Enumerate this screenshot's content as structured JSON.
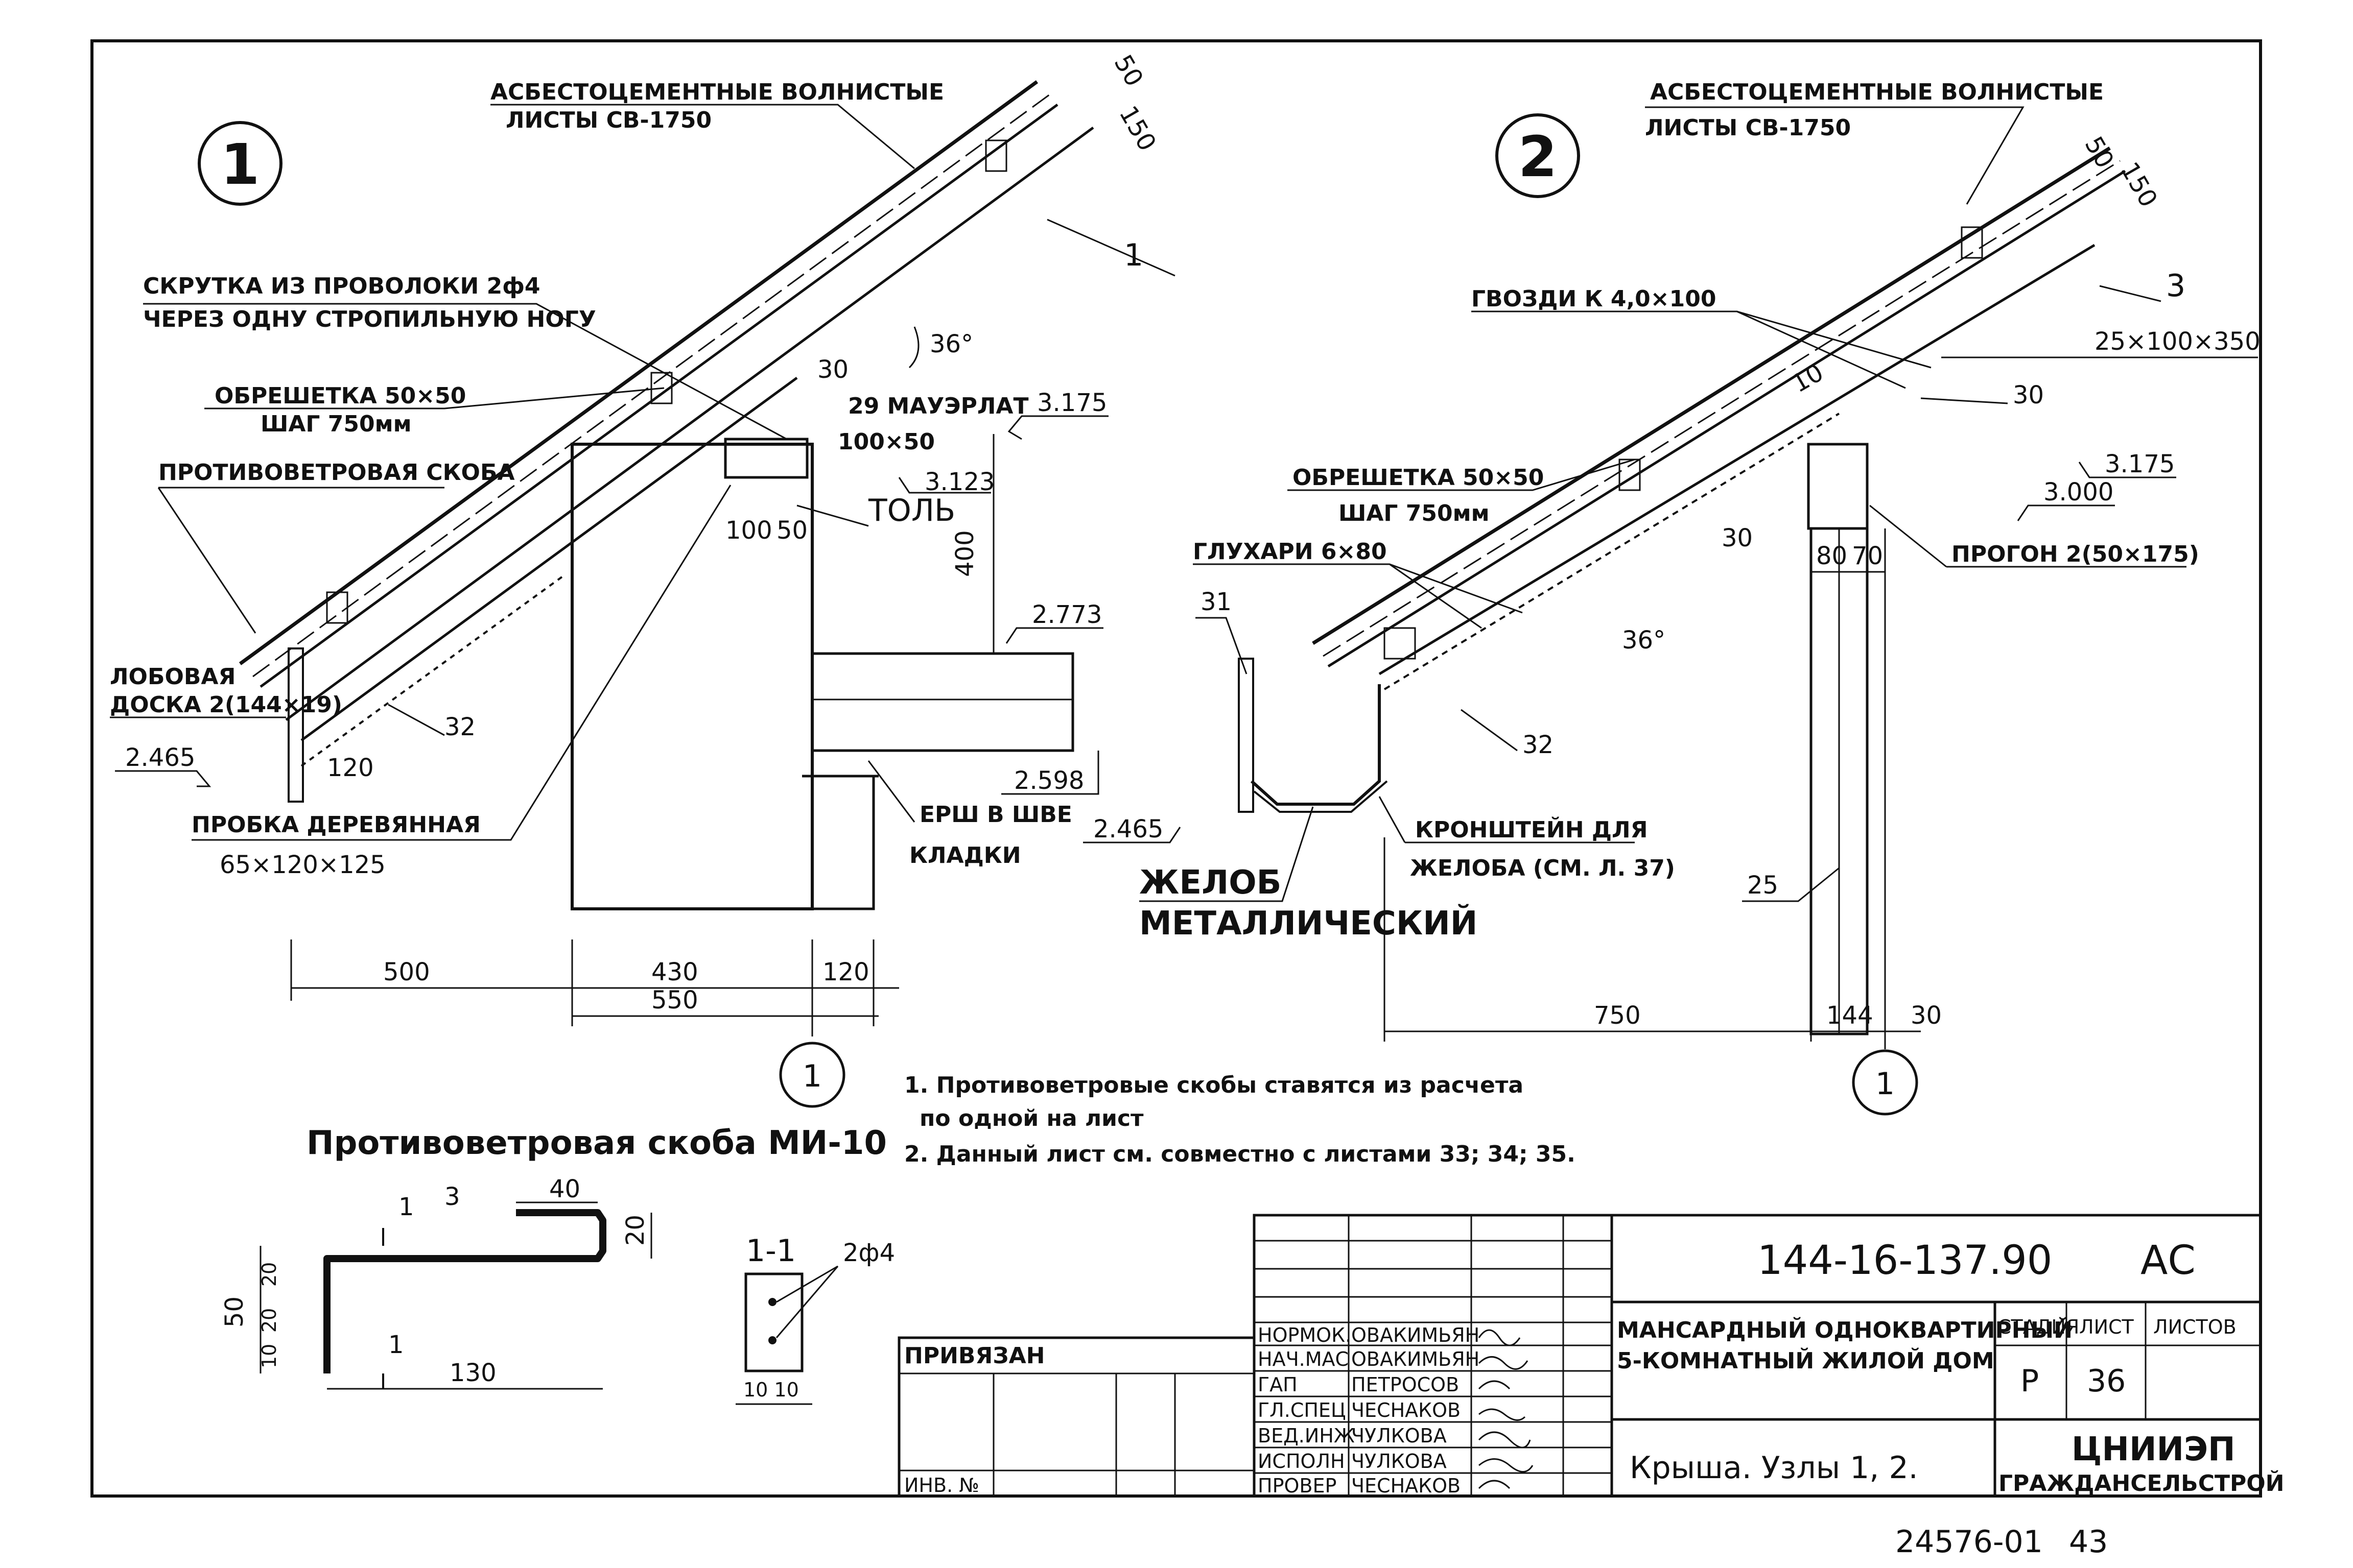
{
  "node1": {
    "number": "1",
    "roofing_l1": "АСБЕСТОЦЕМЕНТНЫЕ ВОЛНИСТЫЕ",
    "roofing_l2": "ЛИСТЫ СВ-1750",
    "wire_l1": "СКРУТКА ИЗ ПРОВОЛОКИ 2ф4",
    "wire_l2": "ЧЕРЕЗ ОДНУ СТРОПИЛЬНУЮ НОГУ",
    "lathing_l1": "ОБРЕШЕТКА 50×50",
    "lathing_l2": "ШАГ 750мм",
    "bracket": "ПРОТИВОВЕТРОВАЯ СКОБА",
    "fascia_l1": "ЛОБОВАЯ",
    "fascia_l2": "ДОСКА 2(144×19)",
    "plug_l1": "ПРОБКА ДЕРЕВЯННАЯ",
    "plug_l2": "65×120×125",
    "mauerlat_l1": "29 МАУЭРЛАТ",
    "mauerlat_l2": "100×50",
    "tol": "ТОЛЬ",
    "ersh_l1": "ЕРШ В ШВЕ",
    "ersh_l2": "КЛАДКИ",
    "callout_1": "1",
    "callout_32": "32",
    "angle": "36°",
    "dim_30": "30",
    "dim_50": "50",
    "dim_150": "150",
    "dim_100": "100",
    "dim_50b": "50",
    "dim_400": "400",
    "dim_120": "120",
    "elev_3175": "3.175",
    "elev_3123": "3.123",
    "elev_2773": "2.773",
    "elev_2598": "2.598",
    "elev_2465": "2.465",
    "dim_500": "500",
    "dim_430": "430",
    "dim_120b": "120",
    "dim_550": "550",
    "section_mark": "1"
  },
  "node2": {
    "number": "2",
    "roofing_l1": "АСБЕСТОЦЕМЕНТНЫЕ ВОЛНИСТЫЕ",
    "roofing_l2": "ЛИСТЫ СВ-1750",
    "nails": "ГВОЗДИ К 4,0×100",
    "board": "25×100×350",
    "lathing_l1": "ОБРЕШЕТКА 50×50",
    "lathing_l2": "ШАГ 750мм",
    "screws": "ГЛУХАРИ 6×80",
    "purlin": "ПРОГОН 2(50×175)",
    "bracket_l1": "КРОНШТЕЙН ДЛЯ",
    "bracket_l2": "ЖЕЛОБА (СМ. Л. 37)",
    "gutter_l1": "ЖЕЛОБ",
    "gutter_l2": "МЕТАЛЛИЧЕСКИЙ",
    "callout_3": "3",
    "callout_30": "30",
    "callout_31": "31",
    "callout_32": "32",
    "callout_25": "25",
    "angle": "36°",
    "dim_50": "50",
    "dim_150": "150",
    "dim_10": "10",
    "dim_30": "30",
    "dim_80": "80",
    "dim_70": "70",
    "elev_3175": "3.175",
    "elev_3000": "3.000",
    "elev_2465": "2.465",
    "dim_750": "750",
    "dim_144": "144",
    "dim_30b": "30",
    "section_mark": "1"
  },
  "notes": {
    "n1_l1": "1. Противоветровые скобы ставятся из расчета",
    "n1_l2": "по одной на лист",
    "n2": "2. Данный лист см. совместно с листами 33; 34; 35."
  },
  "detail": {
    "title": "Противоветровая скоба МИ-10",
    "dim_40": "40",
    "dim_20": "20",
    "dim_130": "130",
    "dim_50": "50",
    "dim_10": "10",
    "dim_20a": "20",
    "dim_20b": "20",
    "mark_1a": "1",
    "mark_1b": "1",
    "mark_3": "3",
    "section_title": "1-1",
    "rod": "2ф4",
    "sec_dim": "10 10"
  },
  "title_block": {
    "doc_code": "144-16-137.90",
    "mark": "АС",
    "project_l1": "МАНСАРДНЫЙ ОДНОКВАРТИРНЫЙ",
    "project_l2": "5-КОМНАТНЫЙ ЖИЛОЙ ДОМ",
    "stage_h": "СТАДИЯ",
    "sheet_h": "ЛИСТ",
    "sheets_h": "ЛИСТОВ",
    "stage": "Р",
    "sheet": "36",
    "sheet_title": "Крыша. Узлы 1, 2.",
    "org_l1": "ЦНИИЭП",
    "org_l2": "ГРАЖДАНСЕЛЬСТРОЙ",
    "privyazan": "ПРИВЯЗАН",
    "inv": "ИНВ. №",
    "roles": [
      "НОРМОК.",
      "НАЧ.МАС",
      "ГАП",
      "ГЛ.СПЕЦ",
      "ВЕД.ИНЖ",
      "ИСПОЛН",
      "ПРОВЕР"
    ],
    "names": [
      "ОВАКИМЬЯН",
      "ОВАКИМЬЯН",
      "ПЕТРОСОВ",
      "ЧЕСНАКОВ",
      "ЧУЛКОВА",
      "ЧУЛКОВА",
      "ЧЕСНАКОВ"
    ]
  },
  "footer": {
    "archive": "24576-01",
    "page": "43"
  }
}
